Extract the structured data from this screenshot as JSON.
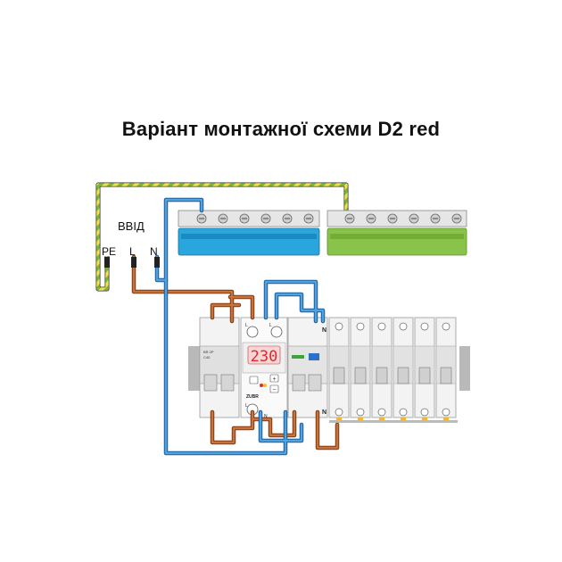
{
  "title": "Варіант монтажної схеми D2 red",
  "input": {
    "label": "ВВІД",
    "terminals": [
      "PE",
      "L",
      "N"
    ]
  },
  "relay": {
    "display_value": "230",
    "brand": "ZUBR",
    "terminal_top_left": "L",
    "terminal_top_right": "L",
    "terminal_bottom_left": "L",
    "terminal_bottom_right": "N"
  },
  "rcd": {
    "terminal_top": "N",
    "terminal_bottom": "N"
  },
  "busbars": [
    {
      "name": "neutral",
      "color": "#2aa6df"
    },
    {
      "name": "earth",
      "color": "#8ac34a"
    }
  ],
  "wire_colors": {
    "earth_green": "#7cb83e",
    "earth_yellow": "#f4e14a",
    "line": "#a0522d",
    "neutral": "#2f7fc7"
  }
}
